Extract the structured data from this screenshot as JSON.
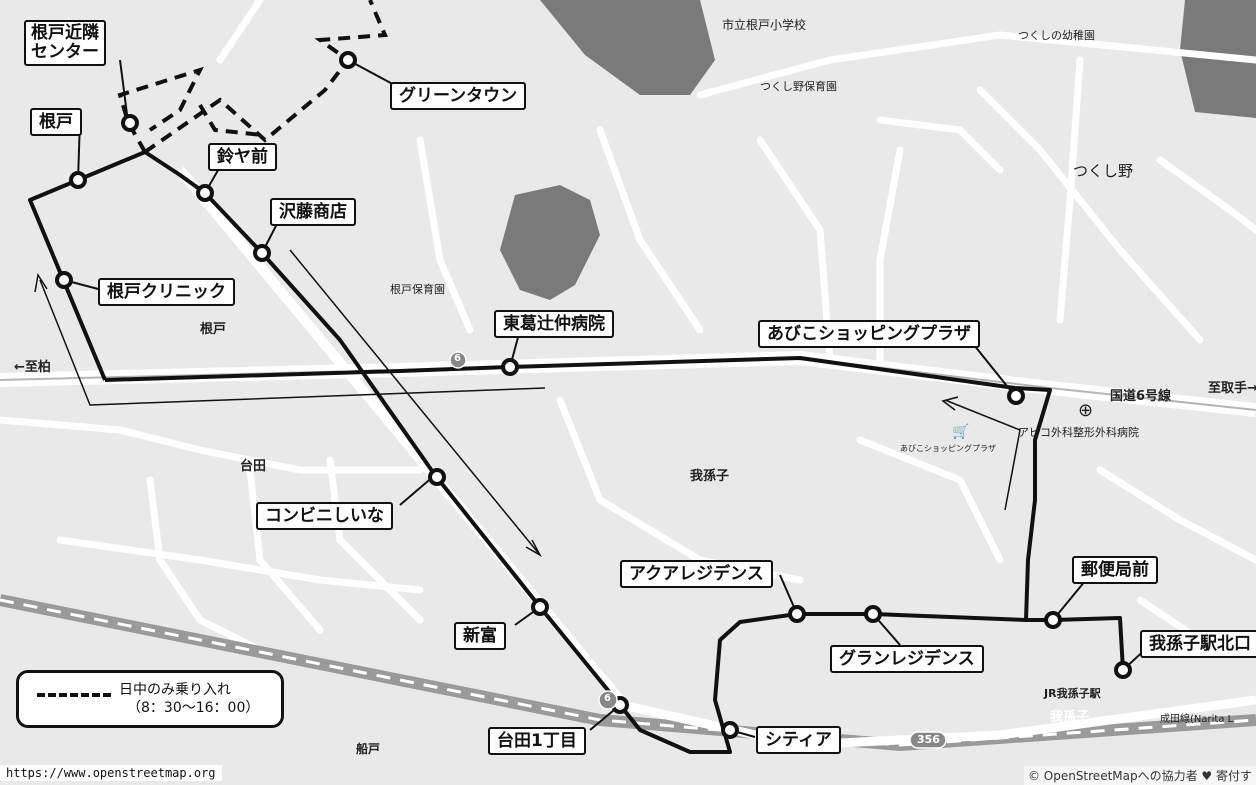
{
  "stops": [
    {
      "id": "nedo-kinrin-center",
      "label": "根戸近隣\nセンター"
    },
    {
      "id": "green-town",
      "label": "グリーンタウン"
    },
    {
      "id": "nedo",
      "label": "根戸"
    },
    {
      "id": "suzuya-mae",
      "label": "鈴ヤ前"
    },
    {
      "id": "sawato-shoten",
      "label": "沢藤商店"
    },
    {
      "id": "nedo-clinic",
      "label": "根戸クリニック"
    },
    {
      "id": "higashi-katsushika-hospital",
      "label": "東葛辻仲病院"
    },
    {
      "id": "abiko-shopping-plaza",
      "label": "あびこショッピングプラザ"
    },
    {
      "id": "convini-shiina",
      "label": "コンビニしいな"
    },
    {
      "id": "aqua-residence",
      "label": "アクアレジデンス"
    },
    {
      "id": "yubinkyoku-mae",
      "label": "郵便局前"
    },
    {
      "id": "grand-residence",
      "label": "グランレジデンス"
    },
    {
      "id": "shintomi",
      "label": "新富"
    },
    {
      "id": "abiko-station-north",
      "label": "我孫子駅北口"
    },
    {
      "id": "daita-1chome",
      "label": "台田1丁目"
    },
    {
      "id": "city-a",
      "label": "シティア"
    }
  ],
  "place_names": {
    "school": "市立根戸小学校",
    "kindergarten": "つくしの幼稚園",
    "nursery_tsukushino": "つくし野保育園",
    "tsukushino": "つくし野",
    "nursery_nedo": "根戸保育園",
    "nedo": "根戸",
    "to_kashiwa": "←至柏",
    "daita": "台田",
    "abiko": "我孫子",
    "route6": "国道6号線",
    "to_toride": "至取手→",
    "hospital": "アビコ外科整形外科病院",
    "plaza_small": "あびこショッピングプラザ",
    "jr_abiko": "JR我孫子駅",
    "abiko_st": "我孫子",
    "narita_line": "成田線(Narita L",
    "funato": "船戸",
    "route356": "356",
    "route6_shield": "6"
  },
  "legend": {
    "line1": "日中のみ乗り入れ",
    "line2": "（8：30〜16：00）"
  },
  "attribution": {
    "left": "https://www.openstreetmap.org",
    "right": "© OpenStreetMapへの協力者 ♥ 寄付す"
  },
  "colors": {
    "route": "#111111",
    "road": "#ffffff",
    "block": "#7a7a7a",
    "rail": "#9a9a9a"
  }
}
